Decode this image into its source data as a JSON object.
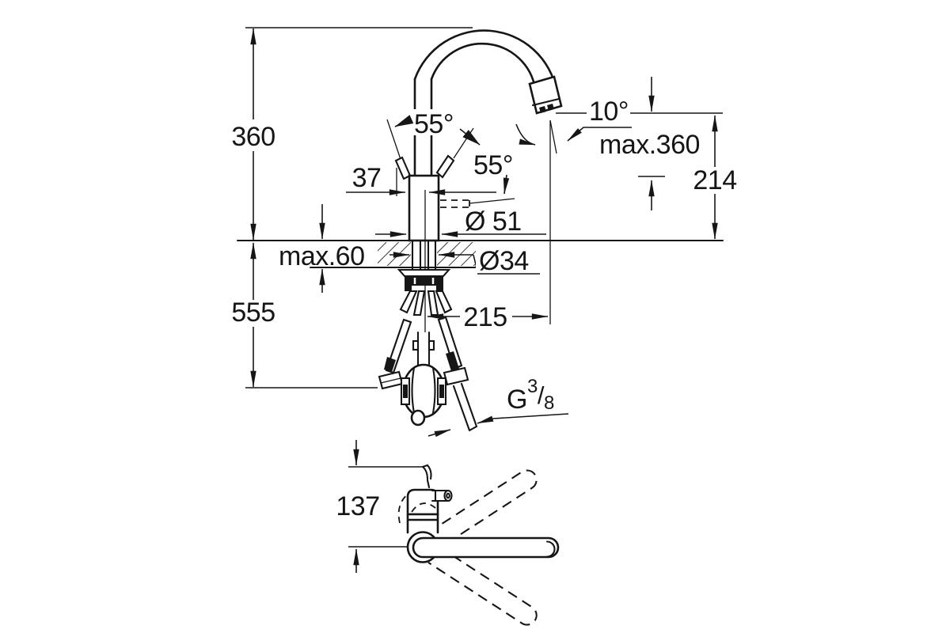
{
  "drawing": {
    "type": "faucet-installation-dimension-drawing",
    "background_color": "#ffffff",
    "line_color": "#161616",
    "labels": {
      "height_above_deck": "360",
      "clearance_below_deck": "555",
      "handle_offset": "37",
      "handle_angle_open": "55°",
      "handle_angle_side": "55°",
      "spray_angle": "10°",
      "max_hose_pullout": "max.360",
      "outlet_height": "214",
      "body_diameter": "Ø 51",
      "hole_diameter": "Ø34",
      "max_deck_thickness": "max.60",
      "spout_reach": "215",
      "swivel_clearance": "137",
      "thread": {
        "g": "G",
        "numerator": "3",
        "slash": "/",
        "denominator": "8"
      }
    }
  }
}
